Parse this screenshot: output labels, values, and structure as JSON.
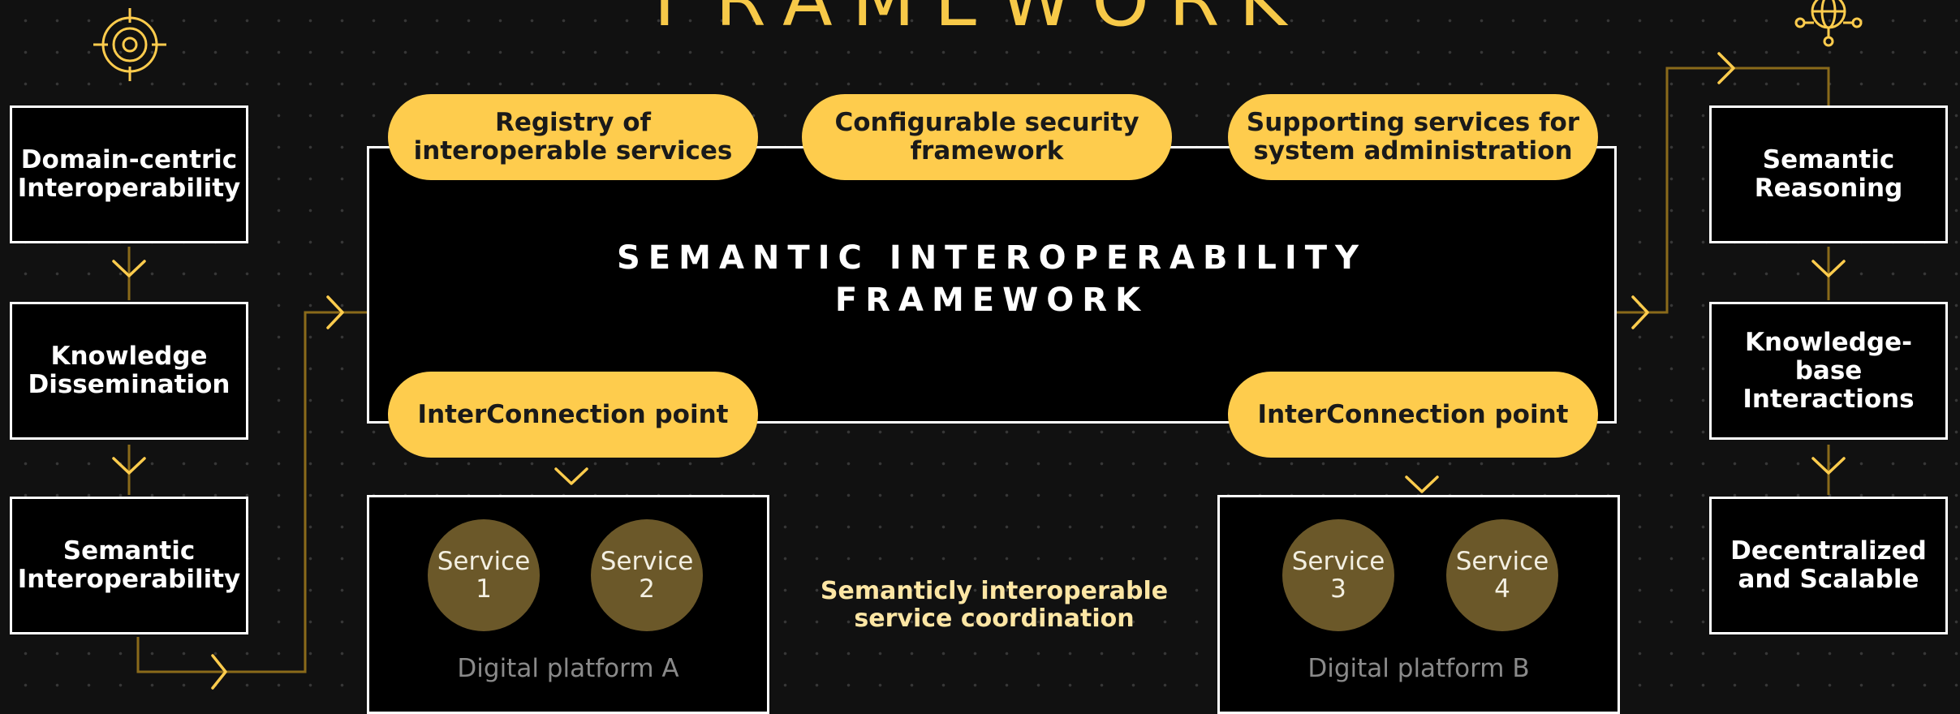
{
  "header": {
    "title": "FRAMEWORK"
  },
  "left_column": {
    "items": [
      {
        "label": "Domain-centric Interoperability"
      },
      {
        "label": "Knowledge Dissemination"
      },
      {
        "label": "Semantic Interoperability"
      }
    ]
  },
  "right_column": {
    "items": [
      {
        "label": "Semantic Reasoning"
      },
      {
        "label": "Knowledge-base Interactions"
      },
      {
        "label": "Decentralized and Scalable"
      }
    ]
  },
  "framework": {
    "title_line1": "SEMANTIC INTEROPERABILITY",
    "title_line2": "FRAMEWORK",
    "top_pills": [
      {
        "label": "Registry of interoperable services"
      },
      {
        "label": "Configurable security framework"
      },
      {
        "label": "Supporting services for system administration"
      }
    ],
    "interconnection_left": "InterConnection point",
    "interconnection_right": "InterConnection point"
  },
  "platform_a": {
    "label": "Digital platform A",
    "services": [
      {
        "word": "Service",
        "num": "1"
      },
      {
        "word": "Service",
        "num": "2"
      }
    ]
  },
  "platform_b": {
    "label": "Digital platform B",
    "services": [
      {
        "word": "Service",
        "num": "3"
      },
      {
        "word": "Service",
        "num": "4"
      }
    ]
  },
  "coordination": {
    "label": "Semanticly interoperable service coordination"
  },
  "colors": {
    "accent": "#fecc4d",
    "line": "#8a6a1a",
    "service_fill": "#6b5829"
  },
  "icons": {
    "top_left": "target-icon",
    "top_right": "network-globe-icon"
  }
}
